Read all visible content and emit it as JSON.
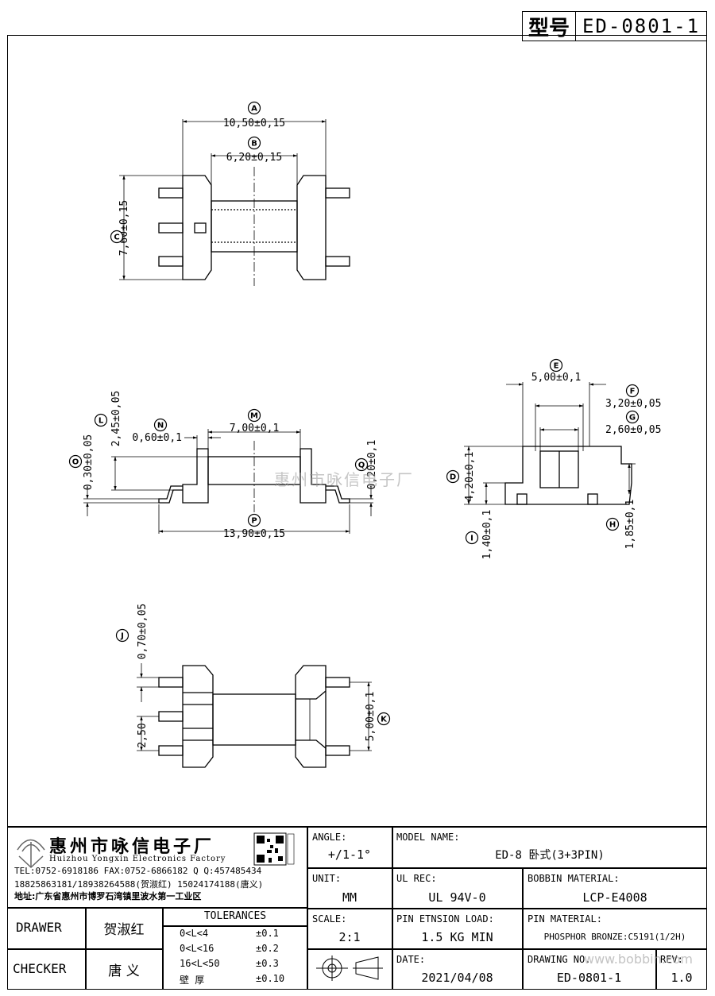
{
  "header": {
    "model_label": "型号",
    "model_value": "ED-0801-1"
  },
  "dimensions": {
    "A": "10,50±0,15",
    "B": "6,20±0,15",
    "C": "7,60±0,15",
    "E": "5,00±0,1",
    "F": "3,20±0,05",
    "G": "2,60±0,05",
    "D": "4,20±0,1",
    "H": "1,85±0,1",
    "I": "1,40±0,1",
    "L": "2,45±0,05",
    "N": "0,60±0,1",
    "M": "7,00±0,1",
    "O": "0,30±0,05",
    "Q": "0,20±0,1",
    "P": "13,90±0,15",
    "J": "0,70±0,05",
    "pitch": "2,50",
    "K": "5,00±0,1"
  },
  "callouts": [
    "A",
    "B",
    "C",
    "E",
    "F",
    "G",
    "D",
    "H",
    "I",
    "L",
    "N",
    "M",
    "O",
    "Q",
    "P",
    "J",
    "K"
  ],
  "company": {
    "name_cn": "惠州市咏信电子厂",
    "name_en": "Huizhou Yongxin Electronics Factory",
    "line1": "TEL:0752-6918186  FAX:0752-6866182  Q Q:457485434",
    "line2": "18825863181/18938264588(贺淑红)  15024174188(唐义)",
    "line3": "地址:广东省惠州市博罗石湾镇里波水第一工业区"
  },
  "title_block": {
    "angle_label": "ANGLE:",
    "angle_value": "+/1-1°",
    "unit_label": "UNIT:",
    "unit_value": "MM",
    "scale_label": "SCALE:",
    "scale_value": "2:1",
    "model_name_label": "MODEL NAME:",
    "model_name_value": "ED-8 卧式(3+3PIN)",
    "ul_label": "UL REC:",
    "ul_value": "UL 94V-0",
    "bobbin_label": "BOBBIN MATERIAL:",
    "bobbin_value": "LCP-E4008",
    "pin_load_label": "PIN ETNSION LOAD:",
    "pin_load_value": "1.5 KG MIN",
    "pin_mat_label": "PIN MATERIAL:",
    "pin_mat_value": "PHOSPHOR BRONZE:C5191(1/2H)",
    "date_label": "DATE:",
    "date_value": "2021/04/08",
    "drawing_no_label": "DRAWING NO.",
    "drawing_no_value": "ED-0801-1",
    "rev_label": "REV:",
    "rev_value": "1.0",
    "drawer_label": "DRAWER",
    "drawer_value": "贺淑红",
    "checker_label": "CHECKER",
    "checker_value": "唐  义",
    "tolerances_title": "TOLERANCES",
    "tolerances": [
      {
        "range": "0<L<4",
        "tol": "±0.1"
      },
      {
        "range": "0<L<16",
        "tol": "±0.2"
      },
      {
        "range": "16<L<50",
        "tol": "±0.3"
      },
      {
        "range": "壁   厚",
        "tol": "±0.10"
      }
    ]
  },
  "watermarks": {
    "center": "惠州市咏信电子厂",
    "corner": "www.bobbin.com"
  }
}
